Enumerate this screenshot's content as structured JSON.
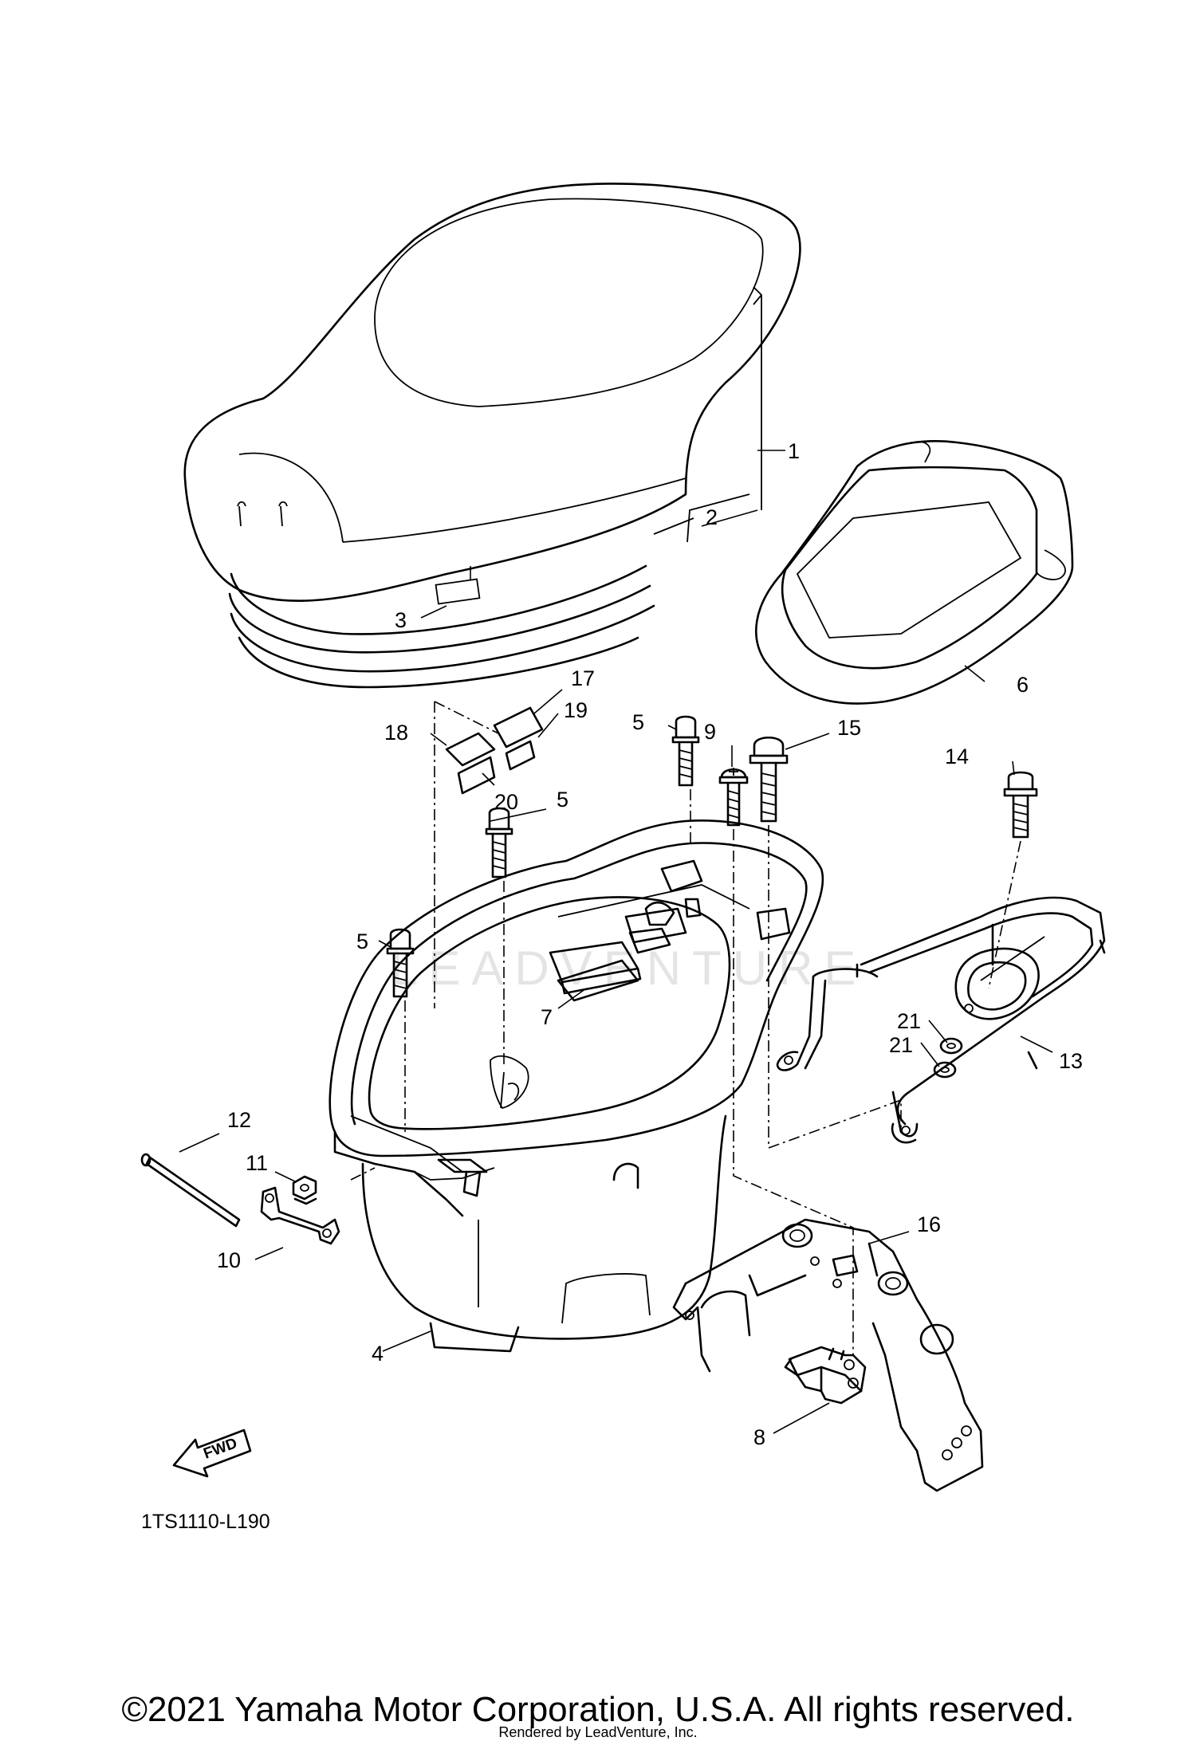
{
  "drawing_code": "1TS1110-L190",
  "fwd_label": "FWD",
  "watermark": "LEADVENTURE",
  "footer": {
    "copyright": "©2021 Yamaha Motor Corporation, U.S.A. All rights reserved.",
    "rendered_by": "Rendered by LeadVenture, Inc."
  },
  "callouts": [
    {
      "id": "c1",
      "number": "1"
    },
    {
      "id": "c2",
      "number": "2"
    },
    {
      "id": "c3",
      "number": "3"
    },
    {
      "id": "c4",
      "number": "4"
    },
    {
      "id": "c5a",
      "number": "5"
    },
    {
      "id": "c5b",
      "number": "5"
    },
    {
      "id": "c5c",
      "number": "5"
    },
    {
      "id": "c6",
      "number": "6"
    },
    {
      "id": "c7",
      "number": "7"
    },
    {
      "id": "c8",
      "number": "8"
    },
    {
      "id": "c9",
      "number": "9"
    },
    {
      "id": "c10",
      "number": "10"
    },
    {
      "id": "c11",
      "number": "11"
    },
    {
      "id": "c12",
      "number": "12"
    },
    {
      "id": "c13",
      "number": "13"
    },
    {
      "id": "c14",
      "number": "14"
    },
    {
      "id": "c15",
      "number": "15"
    },
    {
      "id": "c16",
      "number": "16"
    },
    {
      "id": "c17",
      "number": "17"
    },
    {
      "id": "c18",
      "number": "18"
    },
    {
      "id": "c19",
      "number": "19"
    },
    {
      "id": "c20",
      "number": "20"
    },
    {
      "id": "c21a",
      "number": "21"
    },
    {
      "id": "c21b",
      "number": "21"
    }
  ]
}
